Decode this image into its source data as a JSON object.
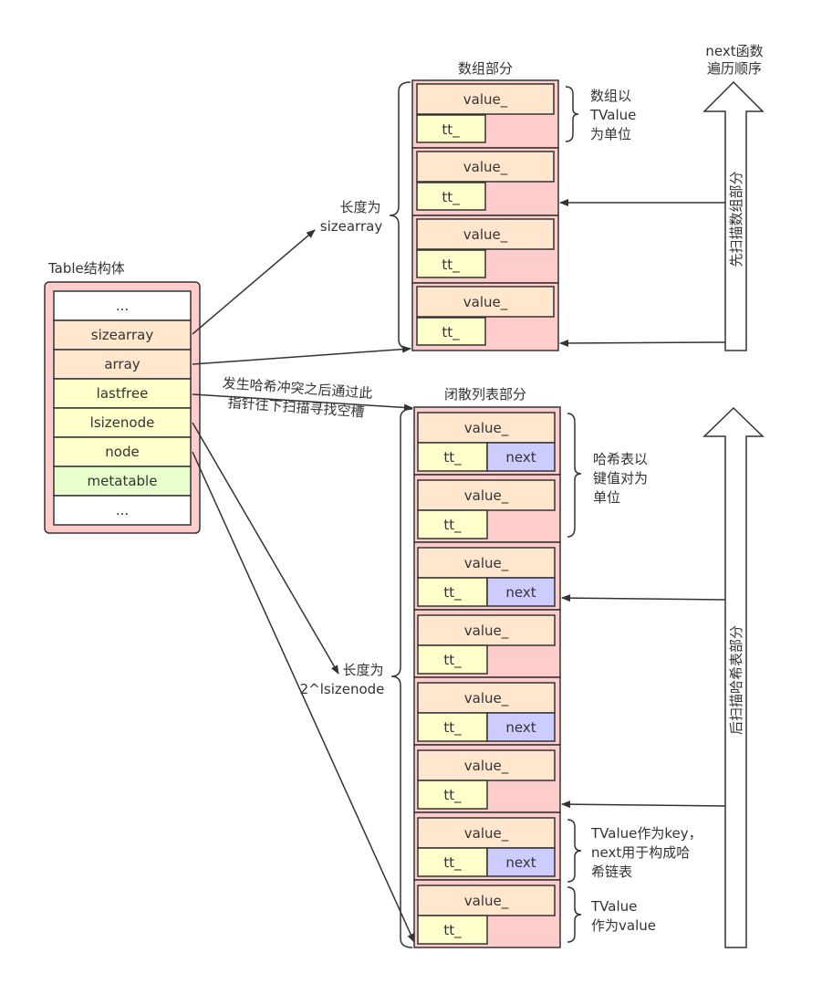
{
  "colors": {
    "outer": "#ffcccc",
    "orange": "#ffe6cc",
    "yellow": "#ffffcc",
    "green": "#e6ffcc",
    "blue": "#ccccff",
    "white": "#ffffff"
  },
  "table": {
    "title": "Table结构体",
    "rows": [
      {
        "label": "...",
        "color": "white"
      },
      {
        "label": "sizearray",
        "color": "orange"
      },
      {
        "label": "array",
        "color": "orange"
      },
      {
        "label": "lastfree",
        "color": "yellow"
      },
      {
        "label": "lsizenode",
        "color": "yellow"
      },
      {
        "label": "node",
        "color": "yellow"
      },
      {
        "label": "metatable",
        "color": "green"
      },
      {
        "label": "...",
        "color": "white"
      }
    ]
  },
  "array_section": {
    "title": "数组部分",
    "cell_count": 4,
    "value_label": "value_",
    "tt_label": "tt_",
    "length_label": [
      "长度为",
      "sizearray"
    ],
    "note": [
      "数组以",
      "TValue",
      "为单位"
    ]
  },
  "hash_section": {
    "title": "闭散列表部分",
    "value_label": "value_",
    "tt_label": "tt_",
    "next_label": "next",
    "cells_with_next": [
      true,
      false,
      true,
      false,
      true,
      false,
      true,
      false
    ],
    "length_label": [
      "长度为",
      "2^lsizenode"
    ],
    "note_unit": [
      "哈希表以",
      "键值对为",
      "单位"
    ],
    "note_key": [
      "TValue作为key，",
      "next用于构成哈",
      "希链表"
    ],
    "note_value": [
      "TValue",
      "作为value"
    ]
  },
  "lastfree_note": [
    "发生哈希冲突之后通过此",
    "指针往下扫描寻找空槽"
  ],
  "traversal": {
    "title": [
      "next函数",
      "遍历顺序"
    ],
    "array_label": "先扫描数组部分",
    "hash_label": "后扫描哈希表部分"
  }
}
